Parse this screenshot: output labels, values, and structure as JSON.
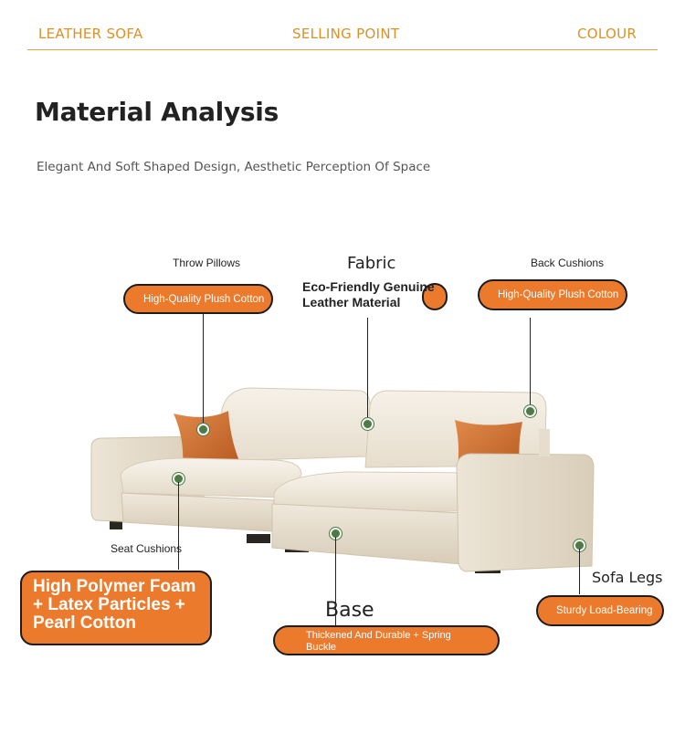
{
  "nav": {
    "leather_sofa": "LEATHER SOFA",
    "selling_point": "SELLING POINT",
    "colour": "COLOUR"
  },
  "title": "Material Analysis",
  "subtitle": "Elegant And Soft Shaped Design, Aesthetic Perception Of Space",
  "callouts": {
    "throw_pillows": {
      "label": "Throw Pillows",
      "pill": "High-Quality Plush Cotton"
    },
    "fabric": {
      "heading": "Fabric",
      "text_line1": "Eco-Friendly Genuine",
      "text_line2": "Leather Material"
    },
    "back_cushions": {
      "label": "Back Cushions",
      "pill": "High-Quality Plush Cotton"
    },
    "seat_cushions": {
      "label": "Seat Cushions",
      "line1": "High Polymer Foam",
      "line2": "+ Latex Particles +",
      "line3": "Pearl Cotton"
    },
    "base": {
      "heading": "Base",
      "line1": "Thickened And Durable + Spring",
      "line2": "Buckle"
    },
    "sofa_legs": {
      "heading": "Sofa Legs",
      "pill": "Sturdy Load-Bearing"
    }
  },
  "colors": {
    "accent_orange": "#ec7a2c",
    "nav_gold": "#d9912a",
    "dot_green": "#4e7a46",
    "sofa_cream": "#efe8dc"
  }
}
